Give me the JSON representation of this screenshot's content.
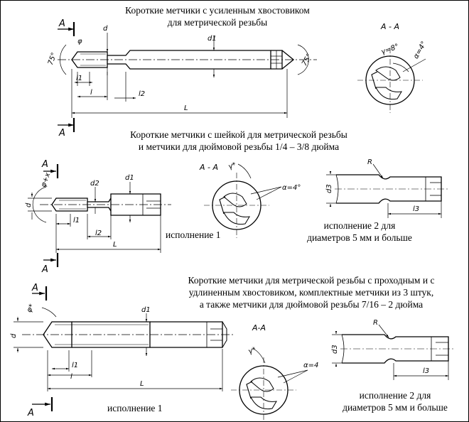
{
  "sections": [
    {
      "title_lines": [
        "Короткие метчики с усиленным хвостовиком",
        "для метрической резьбы"
      ],
      "section_label": "A - A",
      "angle_labels": [
        "75°",
        "75°",
        "φ",
        "γ=8°",
        "α=4°"
      ],
      "dim_labels": [
        "d",
        "d1",
        "l1",
        "l",
        "l2",
        "L"
      ],
      "arrow_labels": [
        "A",
        "A"
      ]
    },
    {
      "title_lines": [
        "Короткие метчики с шейкой для метрической резьбы",
        "и метчики для дюймовой резьбы 1/4 – 3/8 дюйма"
      ],
      "variant1_caption": "исполнение 1",
      "variant2_caption_lines": [
        "исполнение 2 для",
        "диаметров 5 мм и больше"
      ],
      "section_label": "A - A",
      "angle_labels": [
        "φ+x",
        "γ*",
        "α=4°"
      ],
      "dim_labels": [
        "d",
        "d2",
        "d1",
        "l1",
        "l2",
        "L",
        "R",
        "d3",
        "l3"
      ],
      "arrow_labels": [
        "A",
        "A"
      ]
    },
    {
      "title_lines": [
        "Короткие метчики для метрической резьбы с проходным и с",
        "удлиненным хвостовиком, комплектные метчики из 3 штук,",
        "а также метчики для дюймовой резьбы 7/16 – 2 дюйма"
      ],
      "variant1_caption": "исполнение 1",
      "variant2_caption_lines": [
        "исполнение 2 для",
        "диаметров 5 мм и больше"
      ],
      "section_label": "A-A",
      "angle_labels": [
        "φ*",
        "γ*",
        "α=4"
      ],
      "dim_labels": [
        "d",
        "d1",
        "l1",
        "l",
        "L",
        "R",
        "d3",
        "l3"
      ],
      "arrow_labels": [
        "A",
        "A"
      ]
    }
  ]
}
